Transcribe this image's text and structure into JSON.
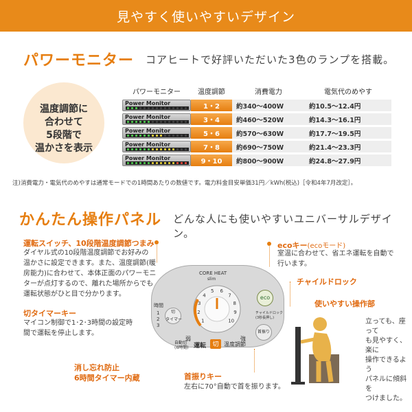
{
  "banner": {
    "title": "見やすく使いやすいデザイン"
  },
  "power_monitor": {
    "heading": "パワーモニター",
    "subheading": "コアヒートで好評いただいた3色のランプを搭載。",
    "bubble": [
      "温度調節に",
      "合わせて",
      "5段階で",
      "温かさを表示"
    ],
    "table": {
      "headers": [
        "パワーモニター",
        "温度調節",
        "消費電力",
        "電気代のめやす"
      ],
      "meter_label": "Power Monitor",
      "rows": [
        {
          "level": "1・2",
          "power": "約340〜400W",
          "cost": "約10.5〜12.4円"
        },
        {
          "level": "3・4",
          "power": "約460〜520W",
          "cost": "約14.3〜16.1円"
        },
        {
          "level": "5・6",
          "power": "約570〜630W",
          "cost": "約17.7〜19.5円"
        },
        {
          "level": "7・8",
          "power": "約690〜750W",
          "cost": "約21.4〜23.3円"
        },
        {
          "level": "9・10",
          "power": "約800〜900W",
          "cost": "約24.8〜27.9円"
        }
      ]
    },
    "note": "注)消費電力・電気代のめやすは通常モードでの1時間あたりの数値です。電力料金目安単価31円／kWh(税込)［令和4年7月改定］。"
  },
  "panel_section": {
    "heading": "かんたん操作パネル",
    "subheading": "どんな人にも使いやすいユニバーサルデザイン。",
    "callouts": {
      "dial_title": "運転スイッチ、10段階温度調節つまみ",
      "dial_body": [
        "ダイヤル式の10段階温度調節でお好みの",
        "温かさに設定できます。また、温度調節(暖",
        "房能力)に合わせて、本体正面のパワーモニ",
        "ターが点灯するので、離れた場所からでも",
        "運転状態がひと目で分かります。"
      ],
      "timer_title": "切タイマーキー",
      "timer_body": [
        "マイコン制御で1･2･3時間の設定時",
        "間で運転を停止します。"
      ],
      "forget_title": [
        "消し忘れ防止",
        "6時間タイマー内蔵"
      ],
      "eco_title": "ecoキー",
      "eco_mode": "(ecoモード)",
      "eco_body": [
        "室温に合わせて、省エネ運転を自動で",
        "行います。"
      ],
      "child_title": "チャイルドロック",
      "swing_title": "首振りキー",
      "swing_body": "左右に70°自動で首を振ります。",
      "easy_title": "使いやすい操作部",
      "easy_body": [
        "立っても、座って",
        "も見やすく、楽に",
        "操作できるよう",
        "パネルに傾斜を",
        "つけました。"
      ]
    },
    "panel": {
      "brand": "CORE HEAT",
      "maker": "slim",
      "dial_numbers": [
        "1",
        "2",
        "3",
        "4",
        "5",
        "6",
        "7",
        "8",
        "9",
        "10"
      ],
      "weak": "弱",
      "strong": "強",
      "timer_label": "時間",
      "timer_hours": [
        "1",
        "2",
        "3"
      ],
      "timer_key": "切\nタイマー",
      "eco_key": "eco",
      "swing_key": "首振り",
      "child_lock": "チャイルドロック(3秒長押し)",
      "auto_off": "自動切\n(6時間)",
      "run": "運転",
      "off": "切",
      "temp": "温度調節"
    }
  },
  "colors": {
    "accent": "#e67e10",
    "banner": "#e88a1a",
    "bubble": "#fbe8d0"
  }
}
